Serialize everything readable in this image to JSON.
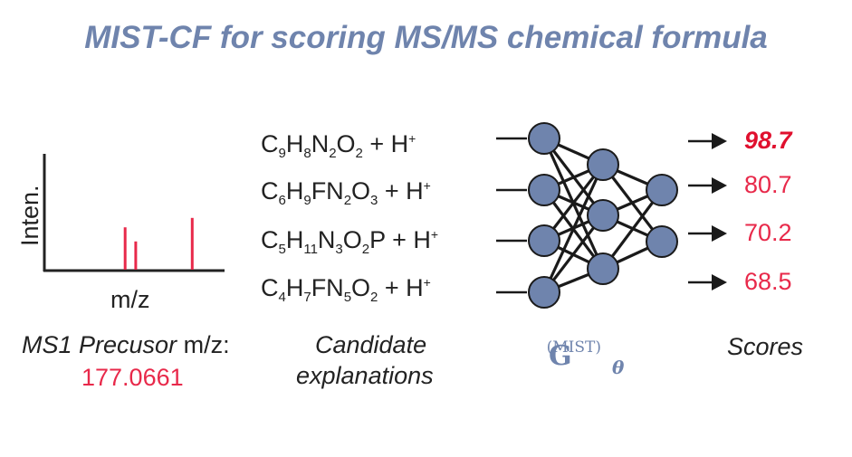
{
  "title": "MIST-CF for scoring MS/MS chemical formula",
  "spectrum": {
    "ylabel": "Inten.",
    "xlabel": "m/z",
    "peaks": [
      {
        "position": 0.34,
        "height": 0.36
      },
      {
        "position": 0.43,
        "height": 0.24
      },
      {
        "position": 0.91,
        "height": 0.44
      }
    ]
  },
  "precursor": {
    "label_italic": "MS1 Precusor",
    "label_plain": "m/z:",
    "value": "177.0661"
  },
  "candidates": [
    {
      "parts": [
        [
          "C",
          ""
        ],
        [
          "9",
          "sub"
        ],
        [
          "H",
          ""
        ],
        [
          "8",
          "sub"
        ],
        [
          "N",
          ""
        ],
        [
          "2",
          "sub"
        ],
        [
          "O",
          ""
        ],
        [
          "2",
          "sub"
        ],
        [
          " + H",
          ""
        ],
        [
          "+",
          "sup"
        ]
      ]
    },
    {
      "parts": [
        [
          "C",
          ""
        ],
        [
          "6",
          "sub"
        ],
        [
          "H",
          ""
        ],
        [
          "9",
          "sub"
        ],
        [
          "FN",
          ""
        ],
        [
          "2",
          "sub"
        ],
        [
          "O",
          ""
        ],
        [
          "3",
          "sub"
        ],
        [
          " + H",
          ""
        ],
        [
          "+",
          "sup"
        ]
      ]
    },
    {
      "parts": [
        [
          "C",
          ""
        ],
        [
          "5",
          "sub"
        ],
        [
          "H",
          ""
        ],
        [
          "11",
          "sub"
        ],
        [
          "N",
          ""
        ],
        [
          "3",
          "sub"
        ],
        [
          "O",
          ""
        ],
        [
          "2",
          "sub"
        ],
        [
          "P + H",
          ""
        ],
        [
          "+",
          "sup"
        ]
      ]
    },
    {
      "parts": [
        [
          "C",
          ""
        ],
        [
          "4",
          "sub"
        ],
        [
          "H",
          ""
        ],
        [
          "7",
          "sub"
        ],
        [
          "FN",
          ""
        ],
        [
          "5",
          "sub"
        ],
        [
          "O",
          ""
        ],
        [
          "2",
          "sub"
        ],
        [
          " + H",
          ""
        ],
        [
          "+",
          "sup"
        ]
      ]
    }
  ],
  "candidates_label": [
    "Candidate",
    "explanations"
  ],
  "model": {
    "symbol": "G",
    "subscript": "θ",
    "superscript": "(MIST)",
    "node_color": "#6f84ad"
  },
  "scores": [
    "98.7",
    "80.7",
    "70.2",
    "68.5"
  ],
  "scores_label": "Scores",
  "colors": {
    "title": "#6f84ad",
    "accent_red": "#e8294a",
    "top_score": "#e0102e"
  }
}
